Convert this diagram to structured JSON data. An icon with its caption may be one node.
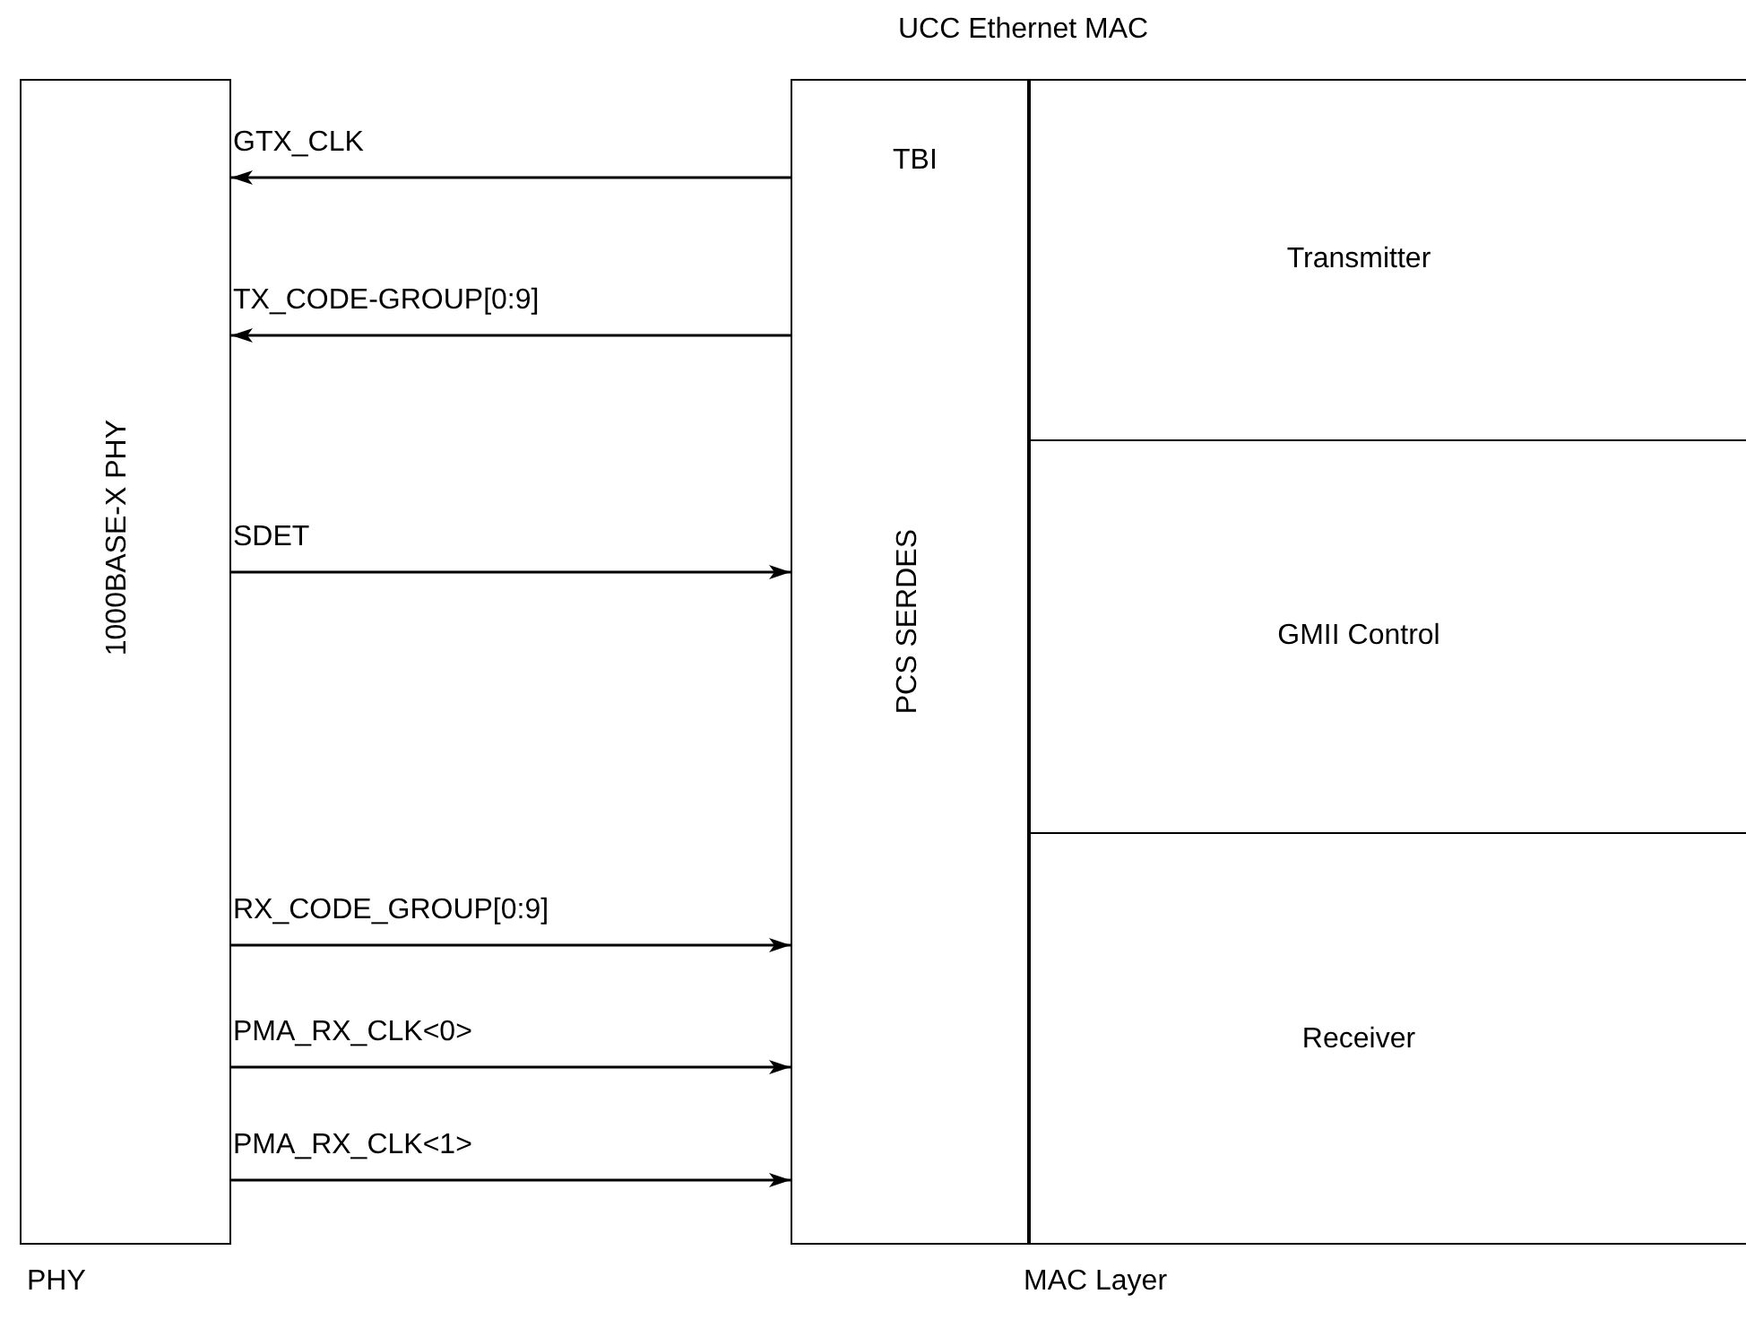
{
  "diagram": {
    "nodes": [
      {
        "text": [
          "1000BASE-X PHY"
        ],
        "beside": [
          "PHY"
        ]
      },
      {
        "text": [
          "UCC Ethernet MAC"
        ],
        "beside": [
          "MAC Layer"
        ]
      },
      {
        "text": [
          "TBI",
          "PCS SERDES"
        ],
        "in": 1
      },
      {
        "text": [
          "Transmitter"
        ],
        "in": 1
      },
      {
        "text": [
          "GMII Control"
        ],
        "in": 1
      },
      {
        "text": [
          "Receiver"
        ],
        "in": 1
      }
    ],
    "edges": [
      {
        "from": 2,
        "to": 0,
        "arrow": "to",
        "label": "GTX_CLK"
      },
      {
        "from": 2,
        "to": 0,
        "arrow": "to",
        "label": "TX_CODE-GROUP[0:9]"
      },
      {
        "from": 0,
        "to": 2,
        "arrow": "to",
        "label": "SDET"
      },
      {
        "from": 0,
        "to": 2,
        "arrow": "to",
        "label": "RX_CODE_GROUP[0:9]"
      },
      {
        "from": 0,
        "to": 2,
        "arrow": "to",
        "label": "PMA_RX_CLK<0>"
      },
      {
        "from": 0,
        "to": 2,
        "arrow": "to",
        "label": "PMA_RX_CLK<1>"
      }
    ]
  }
}
